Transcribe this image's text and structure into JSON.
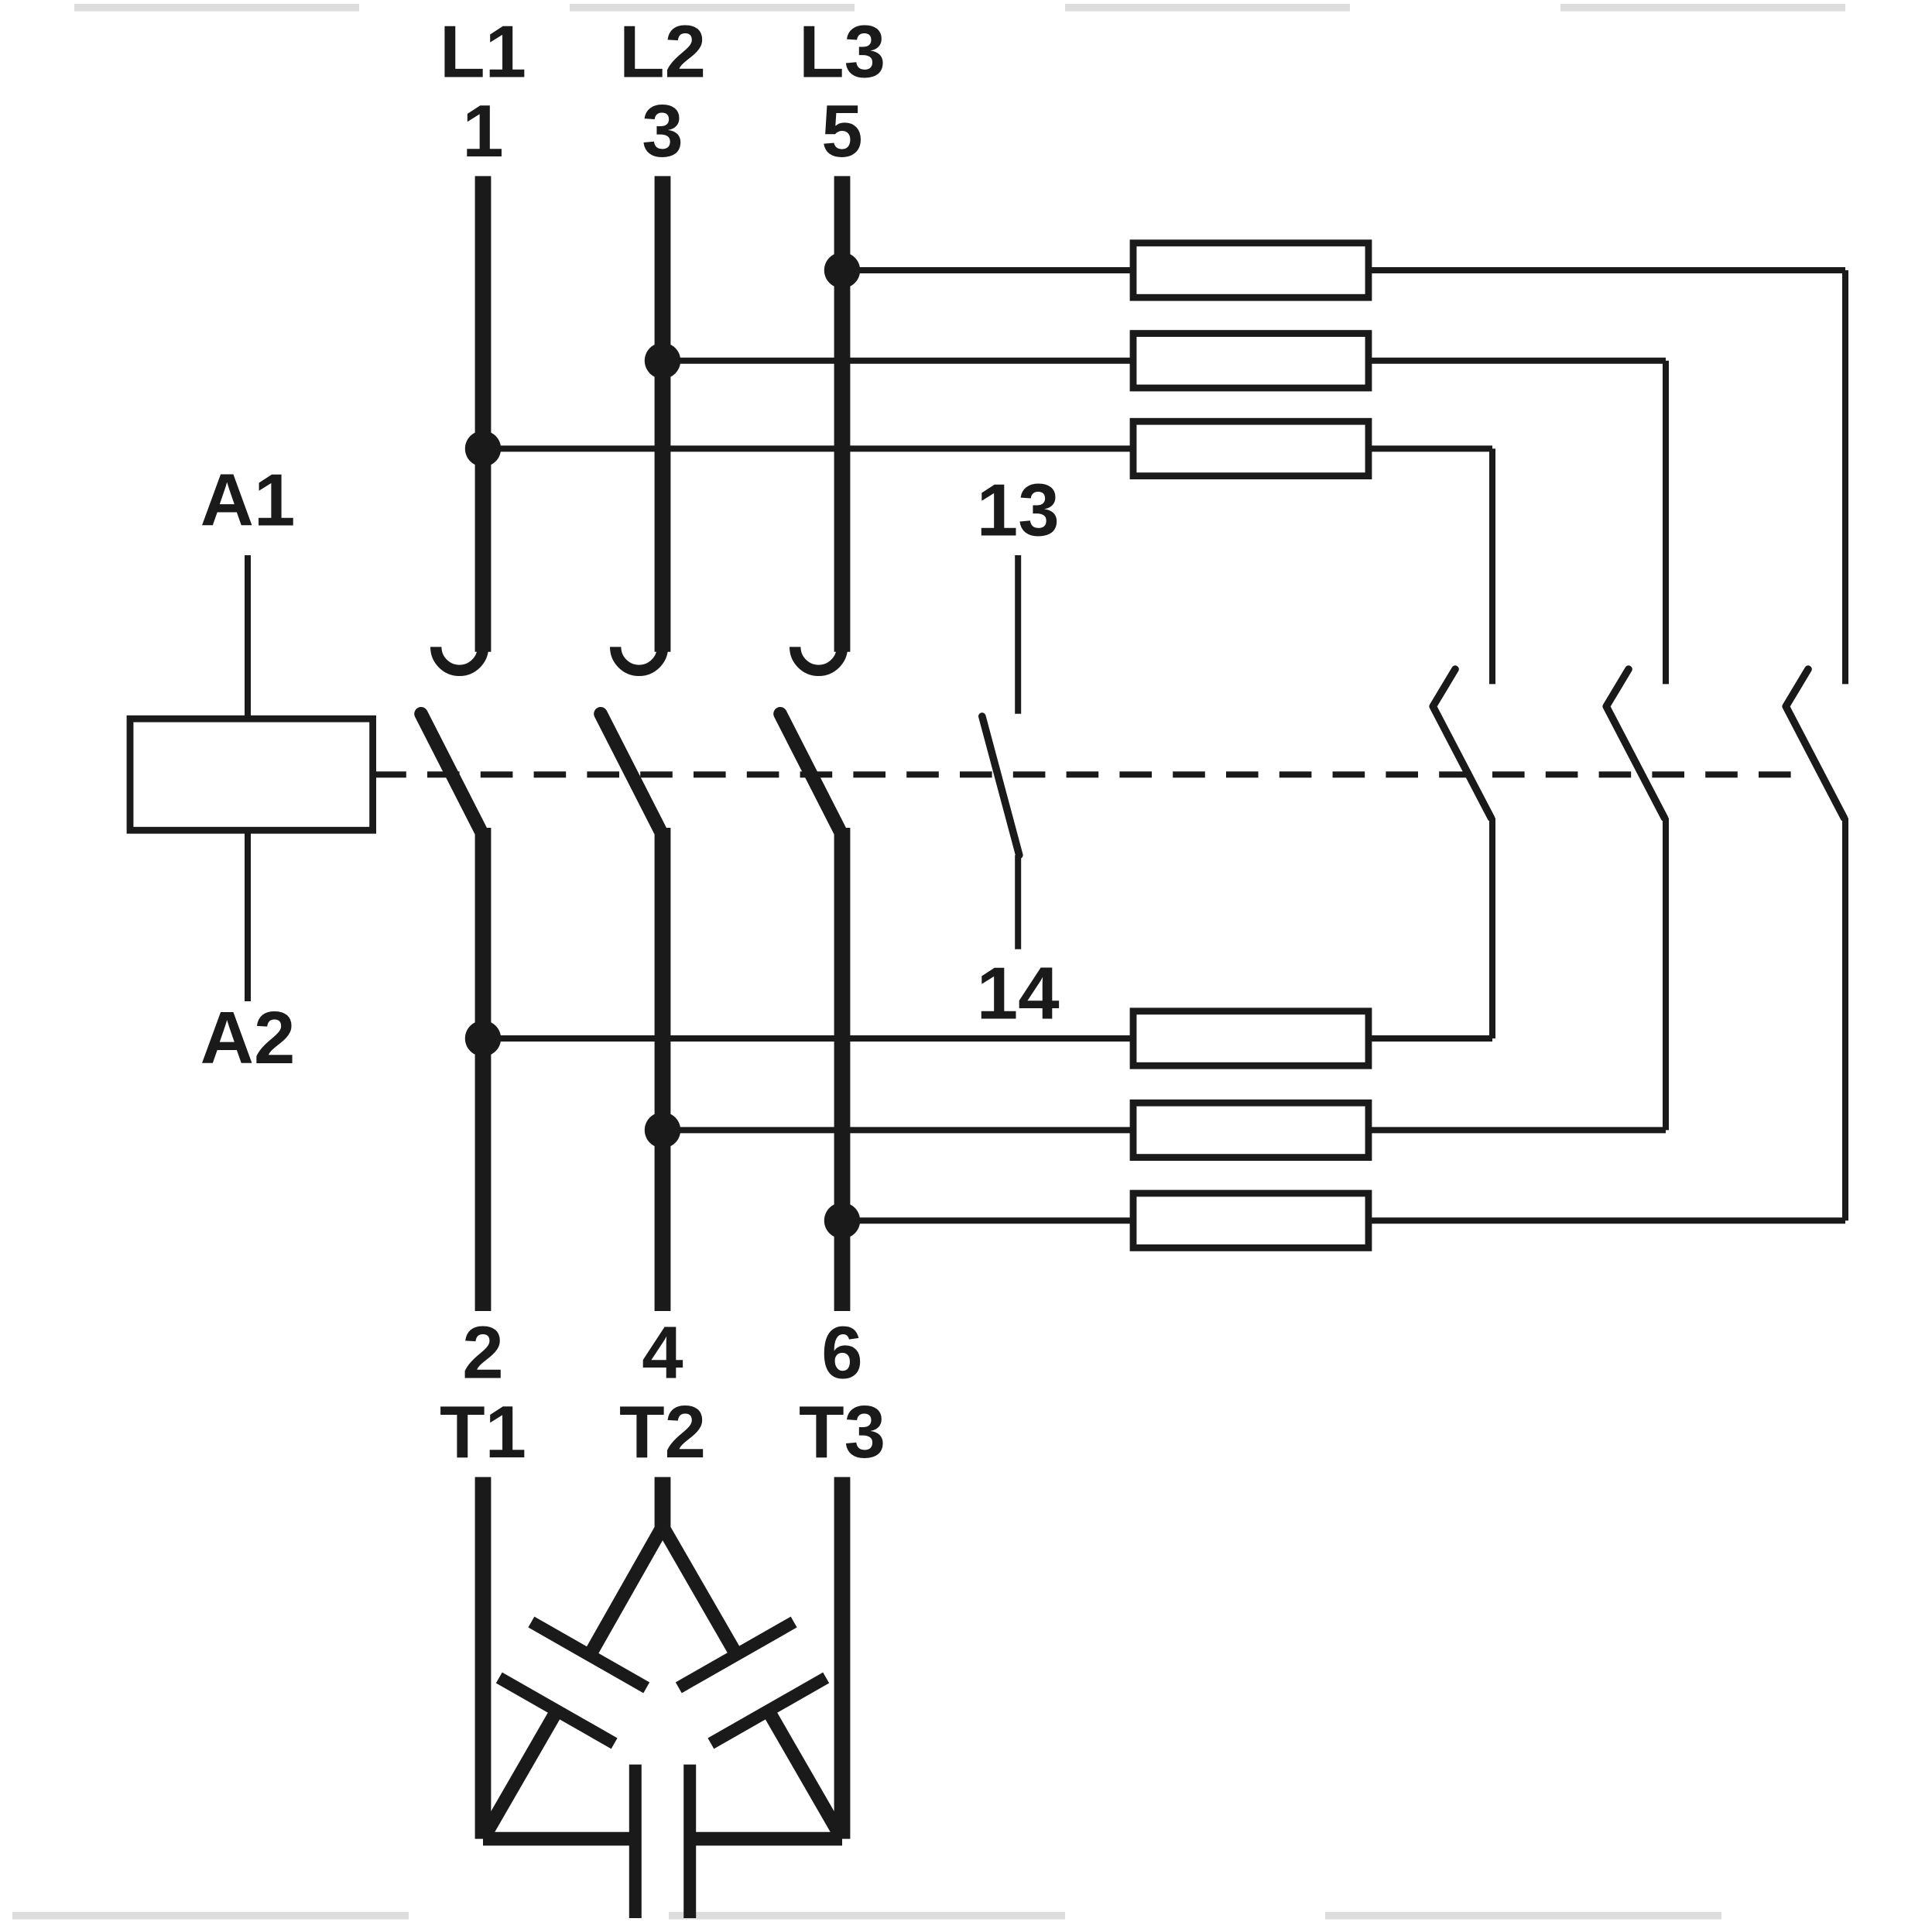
{
  "diagram": {
    "kind": "capacitor-switching contactor wiring schematic",
    "coil": {
      "top_terminal": "A1",
      "bottom_terminal": "A2"
    },
    "poles": [
      {
        "line_label": "L1",
        "line_terminal": "1",
        "load_terminal": "2",
        "load_label": "T1"
      },
      {
        "line_label": "L2",
        "line_terminal": "3",
        "load_terminal": "4",
        "load_label": "T2"
      },
      {
        "line_label": "L3",
        "line_terminal": "5",
        "load_terminal": "6",
        "load_label": "T3"
      }
    ],
    "aux_contact": {
      "top_terminal": "13",
      "bottom_terminal": "14"
    },
    "colors": {
      "ink": "#1a1a1a",
      "background": "#ffffff",
      "scan_edge": "#cccccc"
    }
  }
}
